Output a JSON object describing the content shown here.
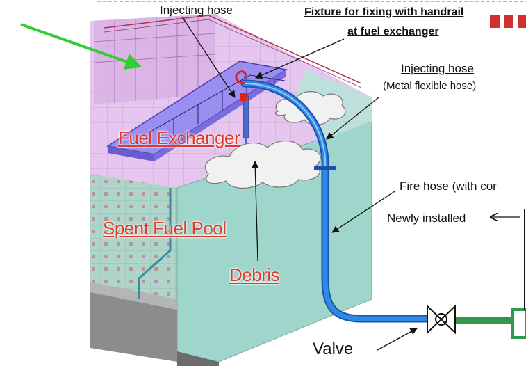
{
  "labels": {
    "injecting_hose_top": "Injecting hose",
    "fixture_line1": "Fixture for fixing with handrail",
    "fixture_line2": "at fuel exchanger",
    "injecting_hose_right": "Injecting hose",
    "metal_flexible_hose": "(Metal flexible hose)",
    "fire_hose": "Fire hose (with cor",
    "newly_installed": "Newly installed",
    "fuel_exchanger": "Fuel  Exchanger",
    "spent_fuel_pool": "Spent Fuel Pool",
    "debris": "Debris",
    "valve": "Valve"
  },
  "colors": {
    "label_red": "#e03a2a",
    "hose_blue": "#1f78d6",
    "fire_hose_green": "#2f9a4a",
    "pool_wall_teal": "#9fd6cc",
    "building_pink": "#e6c6ee",
    "exchanger_purple": "#9a8ef0",
    "indicator_arrow_green": "#33cc33"
  }
}
